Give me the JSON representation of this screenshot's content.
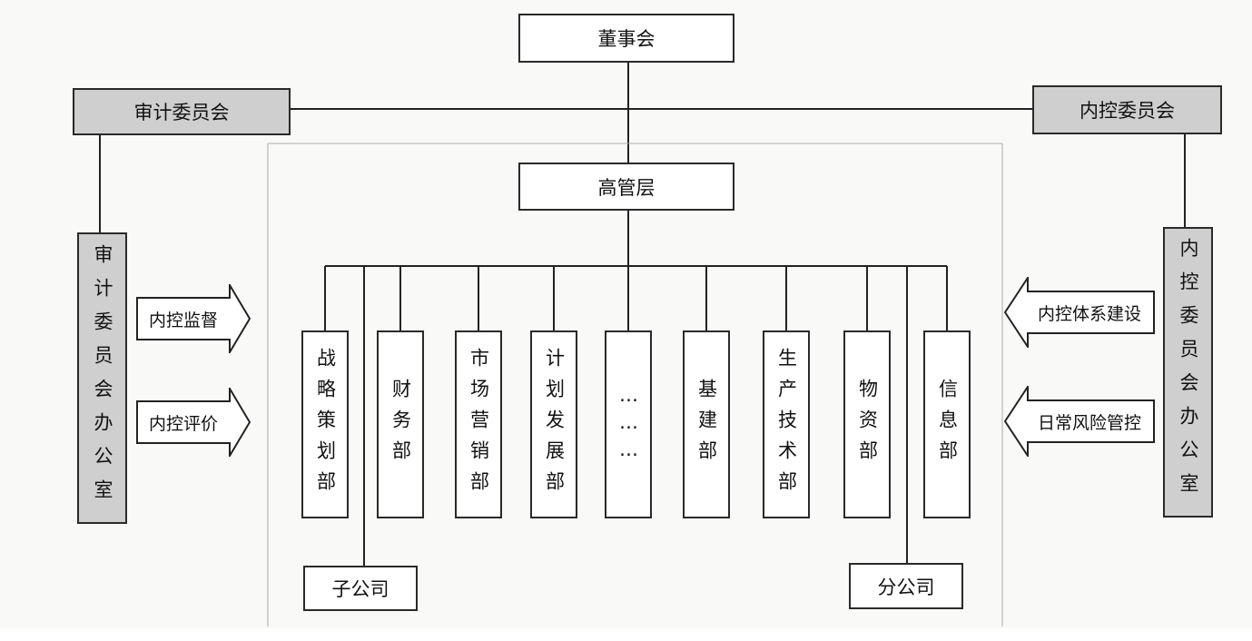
{
  "board": "董事会",
  "audit_committee": "审计委员会",
  "ic_committee": "内控委员会",
  "senior_management": "高管层",
  "audit_office": "审计委员会办公室",
  "ic_office": "内控委员会办公室",
  "arrows_left": [
    "内控监督",
    "内控评价"
  ],
  "arrows_right": [
    "内控体系建设",
    "日常风险管控"
  ],
  "departments": [
    "战略策划部",
    "财务部",
    "市场营销部",
    "计划发展部",
    "………",
    "基建部",
    "生产技术部",
    "物资部",
    "信息部"
  ],
  "subsidiary": "子公司",
  "branch": "分公司"
}
